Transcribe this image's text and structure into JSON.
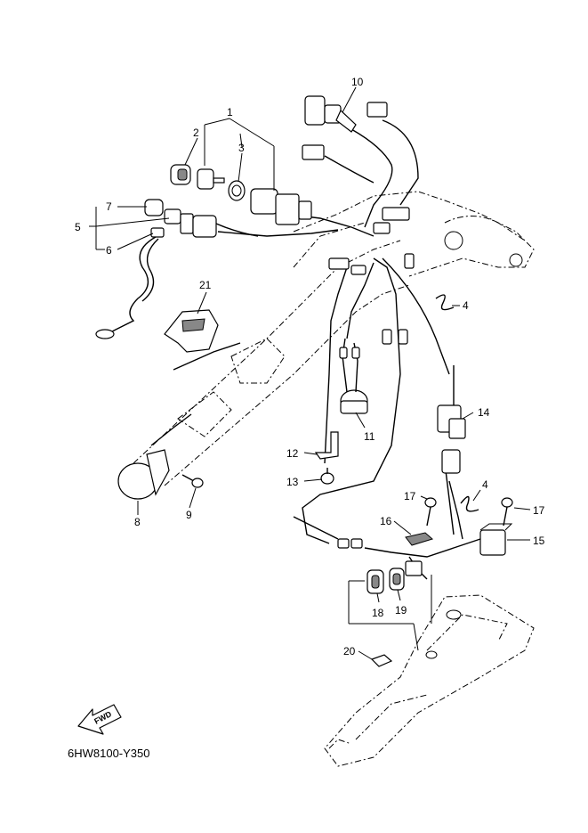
{
  "diagram": {
    "parts": [
      "1",
      "2",
      "3",
      "4",
      "4",
      "5",
      "6",
      "7",
      "8",
      "9",
      "10",
      "11",
      "12",
      "13",
      "14",
      "15",
      "16",
      "17",
      "17",
      "18",
      "19",
      "20",
      "21"
    ],
    "arrow_label": "FWD",
    "code": "6HW8100-Y350"
  }
}
